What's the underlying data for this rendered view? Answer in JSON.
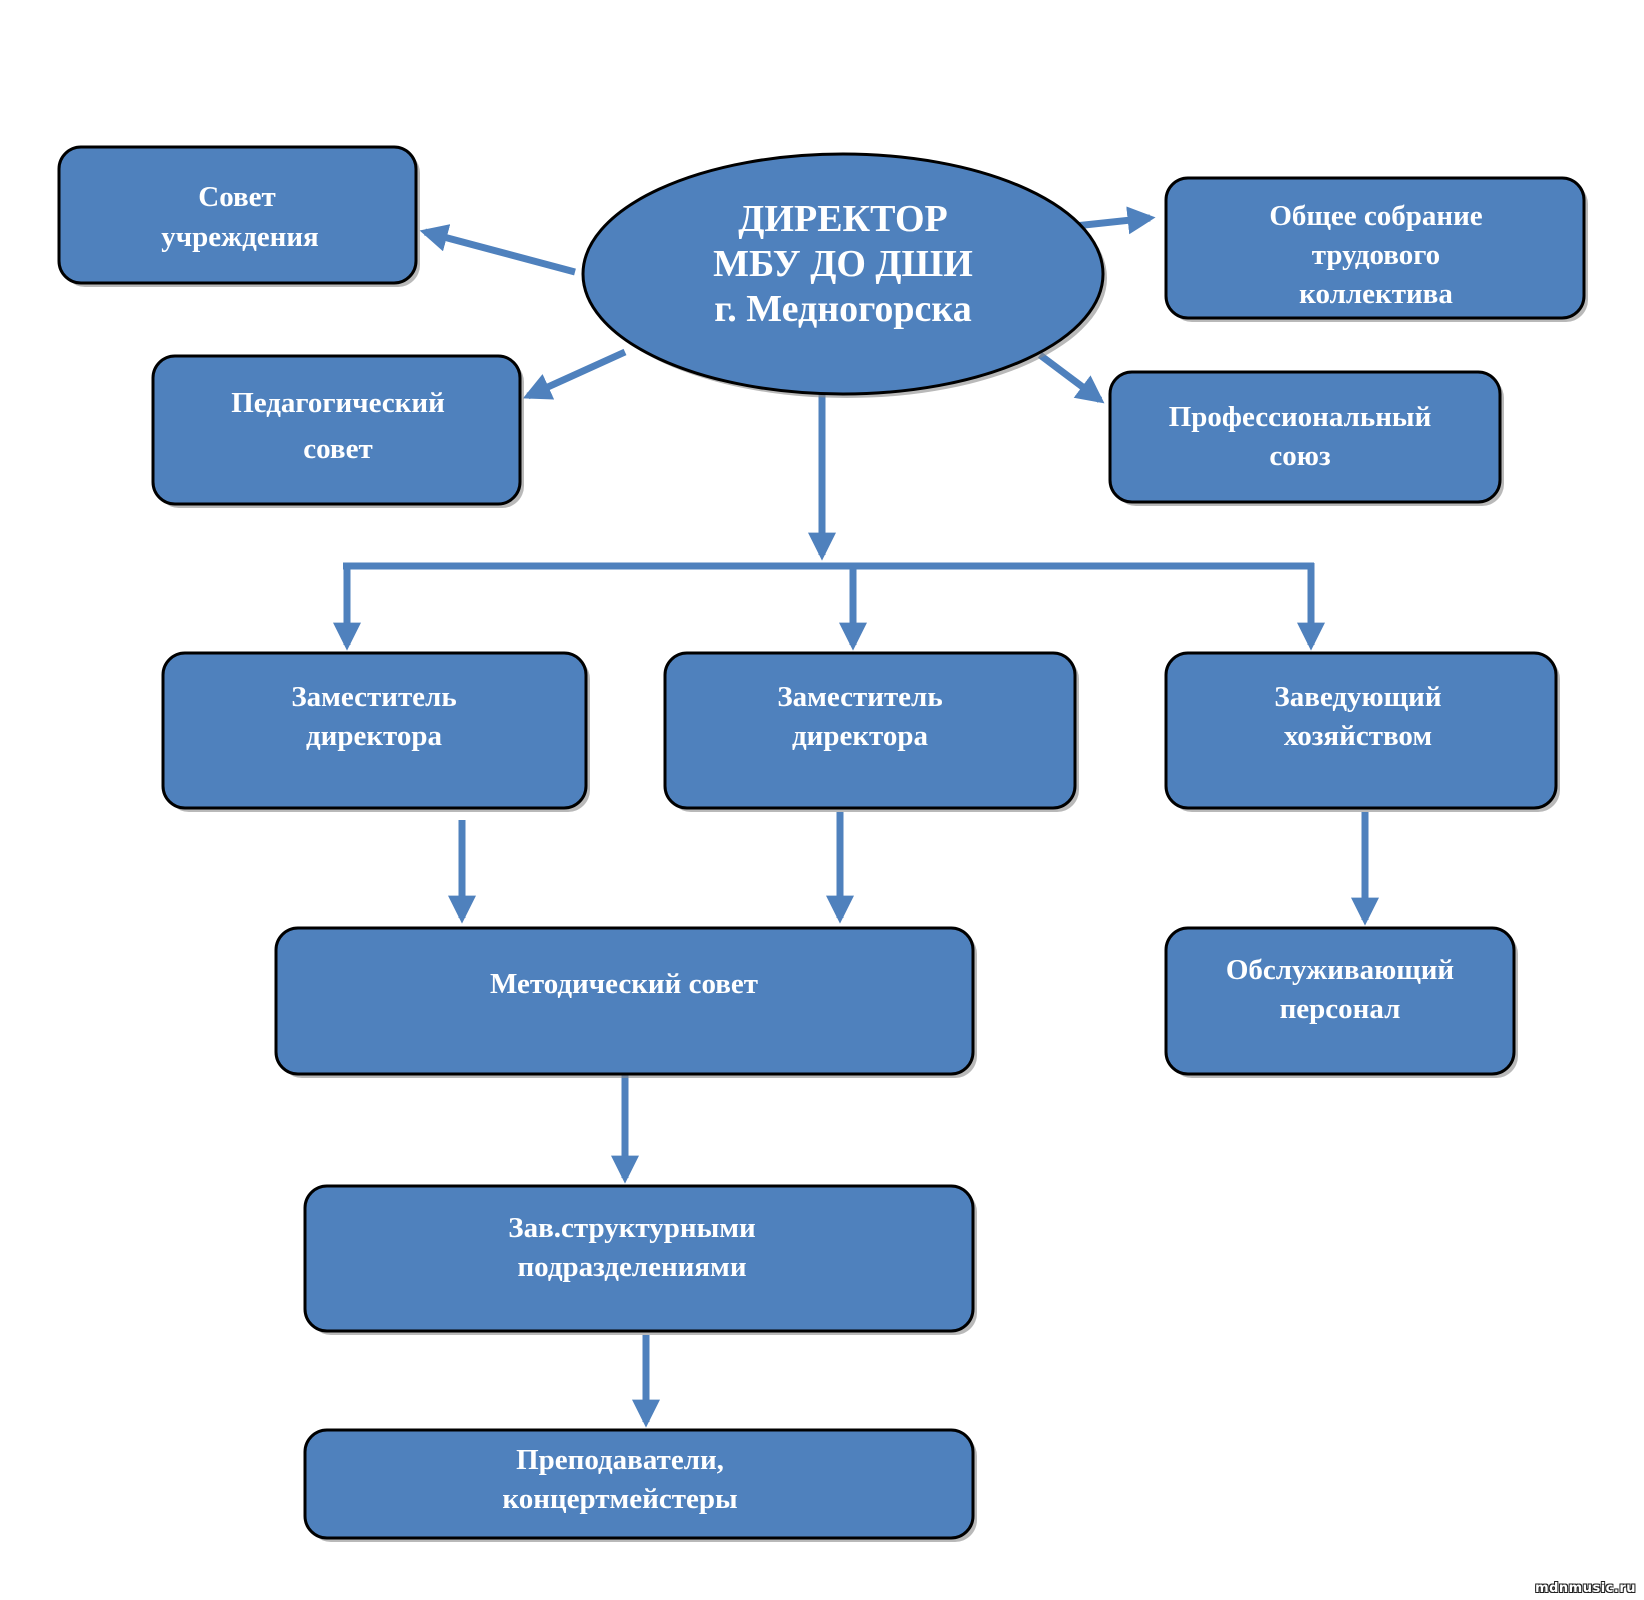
{
  "colors": {
    "fill": "#4f81bd",
    "border": "#000000",
    "arrow": "#4f81bd",
    "shadow": "#8a8a8a",
    "text": "#ffffff"
  },
  "director": {
    "lines": [
      "ДИРЕКТОР",
      "МБУ ДО ДШИ",
      "г. Медногорска"
    ]
  },
  "nodes": {
    "sovet": {
      "lines": [
        "Совет",
        "учреждения"
      ]
    },
    "ped_sovet": {
      "lines": [
        "Педагогический",
        "совет"
      ]
    },
    "obshchee_sobranie": {
      "lines": [
        "Общее собрание",
        "трудового",
        "коллектива"
      ]
    },
    "profsoyuz": {
      "lines": [
        "Профессиональный",
        "союз"
      ]
    },
    "zam1": {
      "lines": [
        "Заместитель",
        "директора"
      ]
    },
    "zam2": {
      "lines": [
        "Заместитель",
        "директора"
      ]
    },
    "zavhoz": {
      "lines": [
        "Заведующий",
        "хозяйством"
      ]
    },
    "metod_sovet": {
      "lines": [
        "Методический совет"
      ]
    },
    "obsluzh": {
      "lines": [
        "Обслуживающий",
        "персонал"
      ]
    },
    "zav_struct": {
      "lines": [
        "Зав.структурными",
        "подразделениями"
      ]
    },
    "prepod": {
      "lines": [
        "Преподаватели,",
        "концертмейстеры"
      ]
    }
  },
  "watermark": "mdnmusic.ru"
}
